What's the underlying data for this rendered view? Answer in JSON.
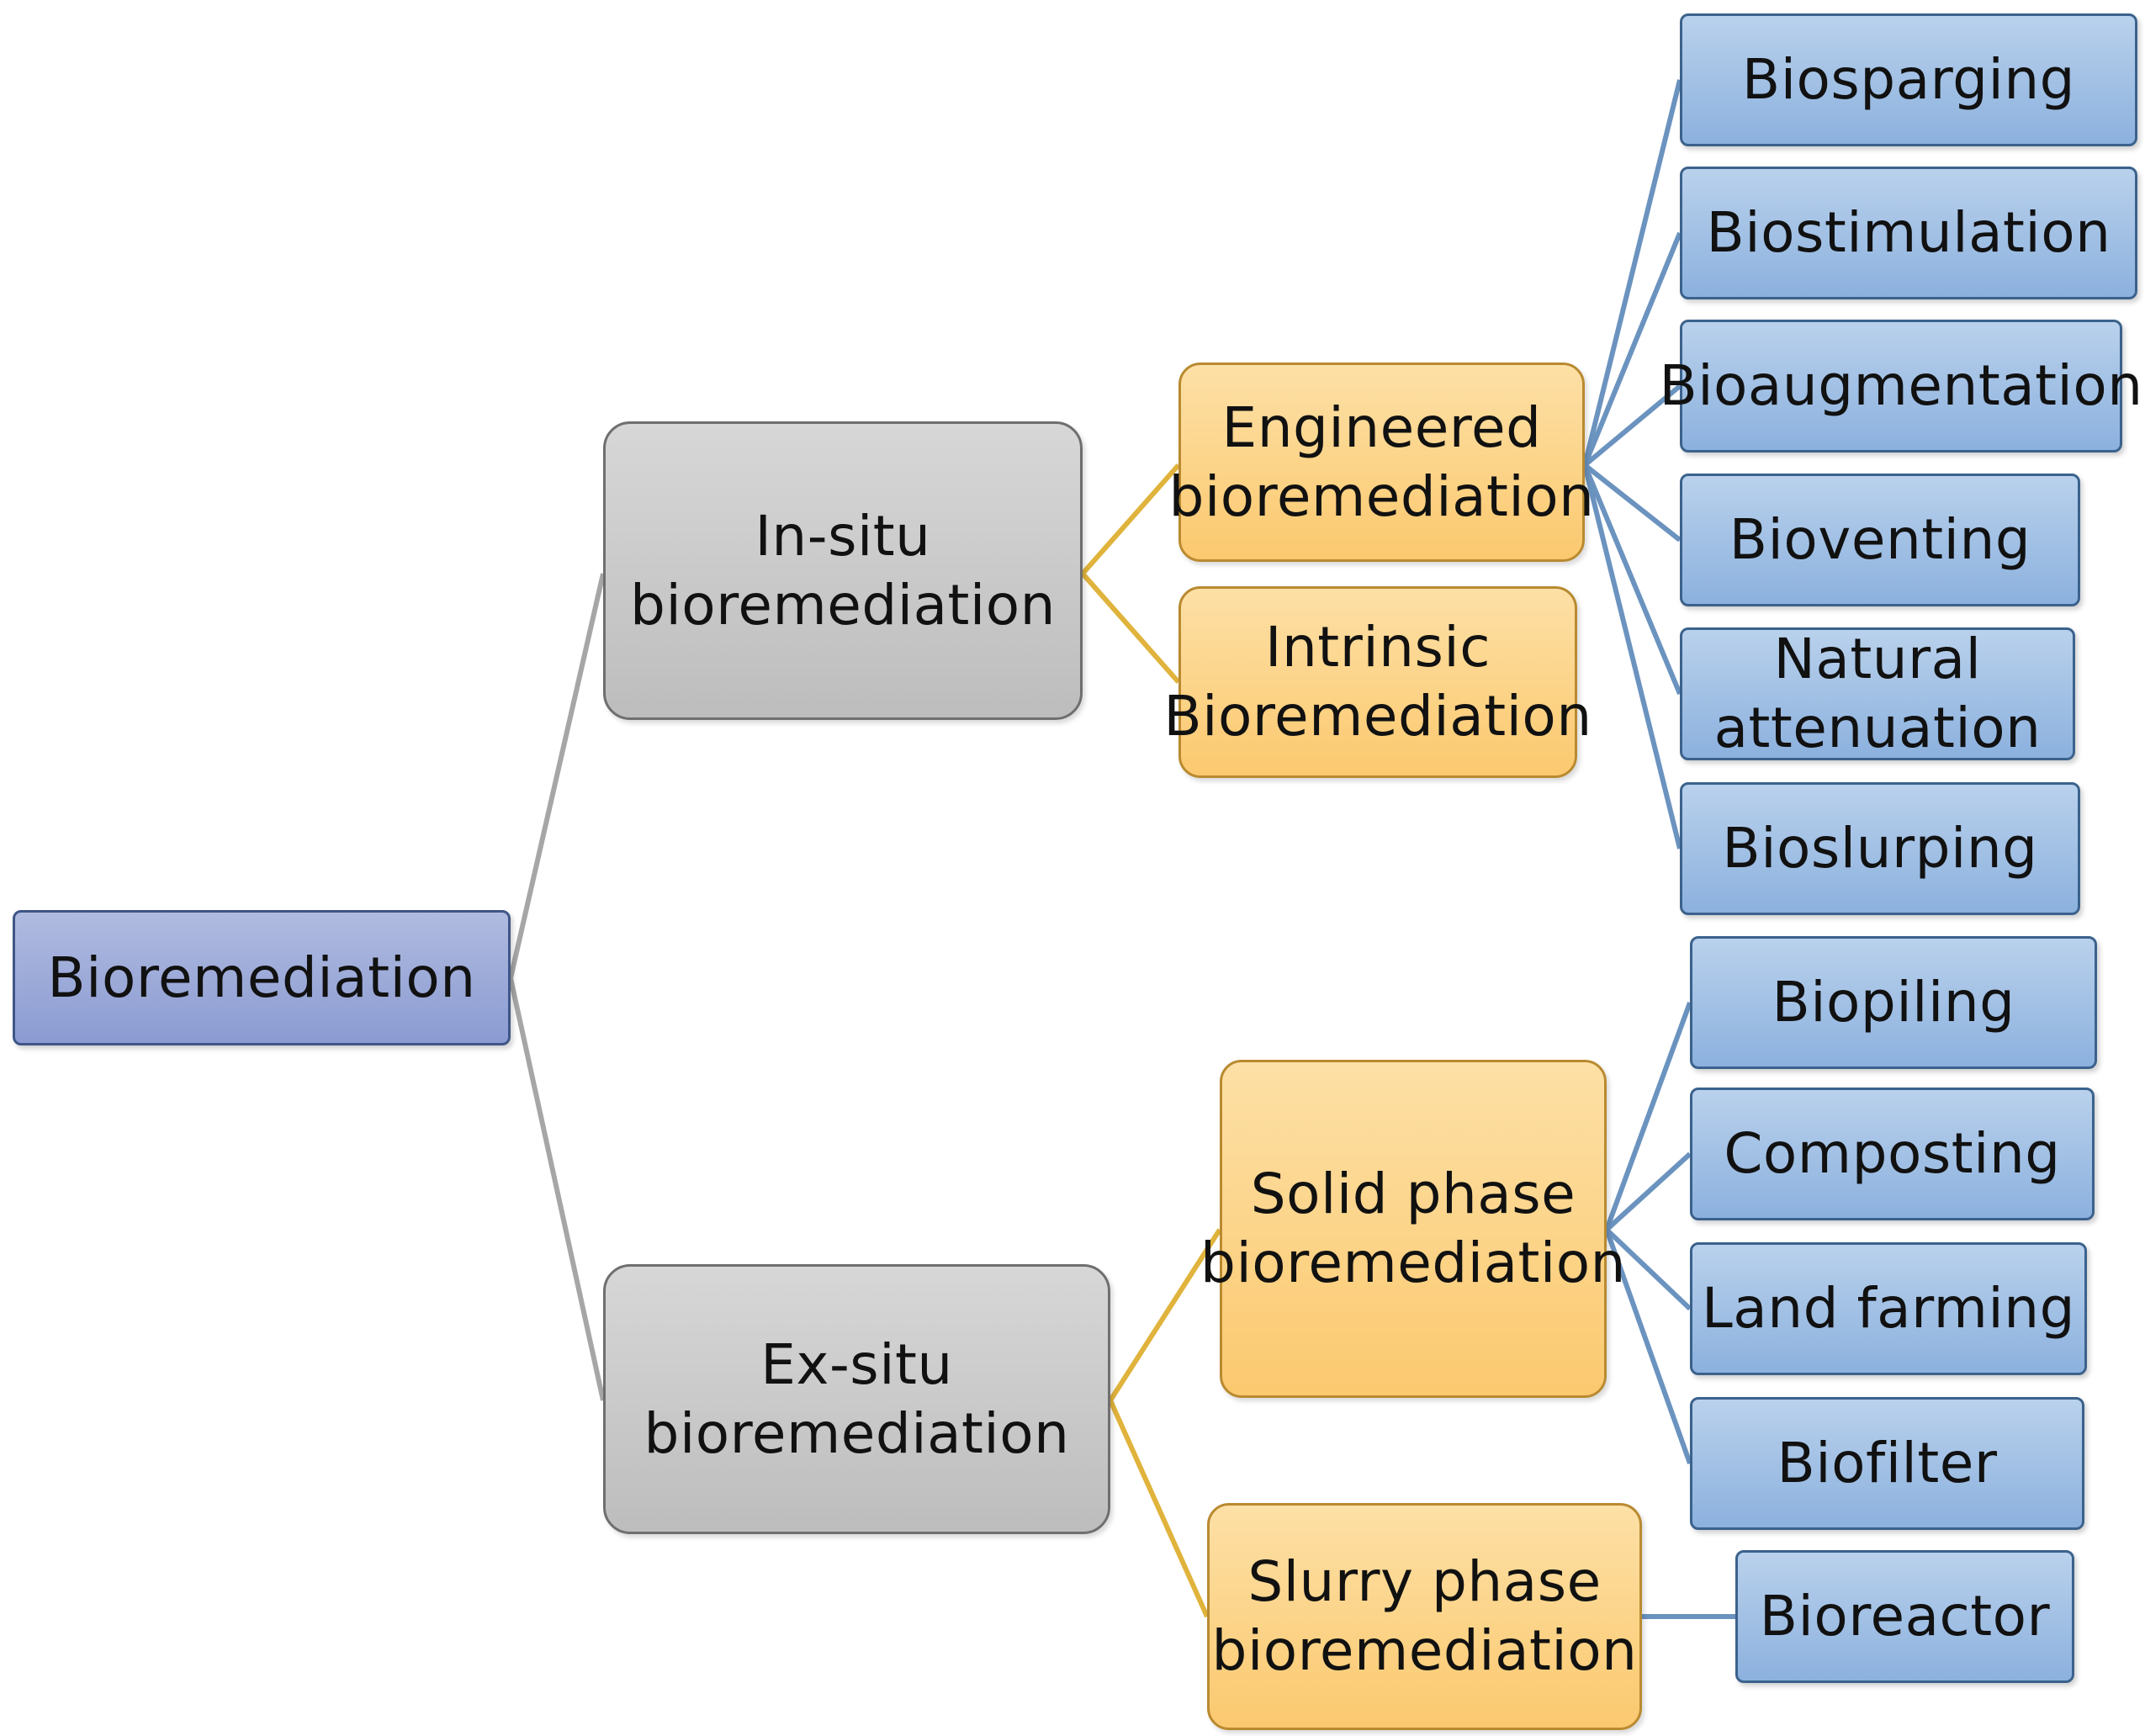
{
  "colors": {
    "root_fill": "#8b9bd2",
    "grey_fill": "#c8c8c8",
    "orange_fill": "#fbd38a",
    "blue_fill": "#a3c2e6",
    "grey_connector": "#a6a6a6",
    "orange_connector": "#e0b33c",
    "blue_connector": "#6b93bf"
  },
  "nodes": {
    "root": "Bioremediation",
    "in_situ": "In-situ\nbioremediation",
    "ex_situ": "Ex-situ\nbioremediation",
    "engineered": "Engineered\nbioremediation",
    "intrinsic": "Intrinsic\nBioremediation",
    "solid_phase": "Solid phase\nbioremediation",
    "slurry_phase": "Slurry phase\nbioremediation",
    "biosparging": "Biosparging",
    "biostimulation": "Biostimulation",
    "bioaugmentation": "Bioaugmentation",
    "bioventing": "Bioventing",
    "natural_attenuation": "Natural\nattenuation",
    "bioslurping": "Bioslurping",
    "biopiling": "Biopiling",
    "composting": "Composting",
    "land_farming": "Land farming",
    "biofilter": "Biofilter",
    "bioreactor": "Bioreactor"
  }
}
